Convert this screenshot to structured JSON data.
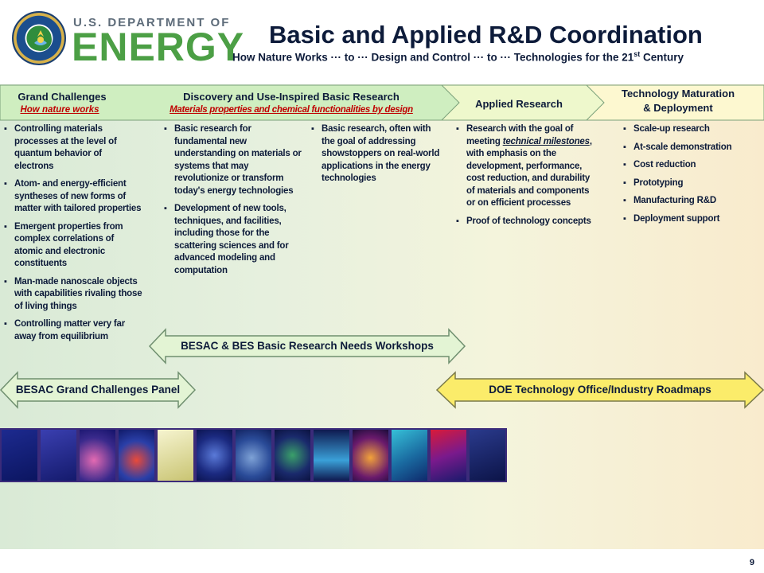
{
  "header": {
    "logo_top": "U.S. DEPARTMENT OF",
    "logo_main": "ENERGY",
    "title": "Basic and Applied R&D Coordination",
    "subtitle_main": "How Nature Works ··· to ··· Design and Control ··· to ··· Technologies for the 21",
    "subtitle_sup": "st",
    "subtitle_end": " Century"
  },
  "stages": {
    "grand": {
      "label": "Grand Challenges",
      "sub": "How nature works"
    },
    "discovery": {
      "label": "Discovery and Use-Inspired Basic Research",
      "sub": "Materials properties and chemical functionalities by design"
    },
    "applied": {
      "label": "Applied Research"
    },
    "maturation": {
      "label_line1": "Technology Maturation",
      "label_line2": "& Deployment"
    }
  },
  "columns": {
    "grand": [
      "Controlling materials processes at the level of quantum behavior of electrons",
      "Atom- and energy-efficient syntheses of new forms of matter with tailored properties",
      "Emergent properties from complex correlations of atomic and electronic constituents",
      "Man-made nanoscale objects with capabilities rivaling those of living things",
      "Controlling matter very far away from equilibrium"
    ],
    "discovery1": [
      "Basic research for fundamental new understanding on materials or systems that may revolutionize or transform today's energy technologies",
      "Development of new tools, techniques, and facilities, including those for the scattering sciences and for advanced modeling and computation"
    ],
    "discovery2": [
      "Basic research, often with the goal of addressing showstoppers on real-world applications in the energy technologies"
    ],
    "applied": {
      "item1_pre": "Research with the goal of meeting ",
      "item1_em": "technical milestones",
      "item1_post": ", with emphasis on the development, performance, cost reduction, and durability of materials and components or on efficient processes",
      "item2": "Proof of technology concepts"
    },
    "maturation": [
      "Scale-up research",
      "At-scale demonstration",
      "Cost reduction",
      "Prototyping",
      "Manufacturing R&D",
      "Deployment support"
    ]
  },
  "arrows": {
    "workshops": "BESAC & BES Basic Research Needs Workshops",
    "panel": "BESAC Grand Challenges Panel",
    "roadmaps": "DOE Technology Office/Industry Roadmaps"
  },
  "colors": {
    "green_arrow": "#e3f4d4",
    "yellow_arrow": "#fbec6a",
    "chevron_green": "#c7e8b9",
    "chevron_light": "#e9f7c2",
    "chevron_yellow": "#fdf6c4",
    "logo_green": "#4c9f45",
    "title_navy": "#0d1b3a"
  },
  "page_number": "9"
}
